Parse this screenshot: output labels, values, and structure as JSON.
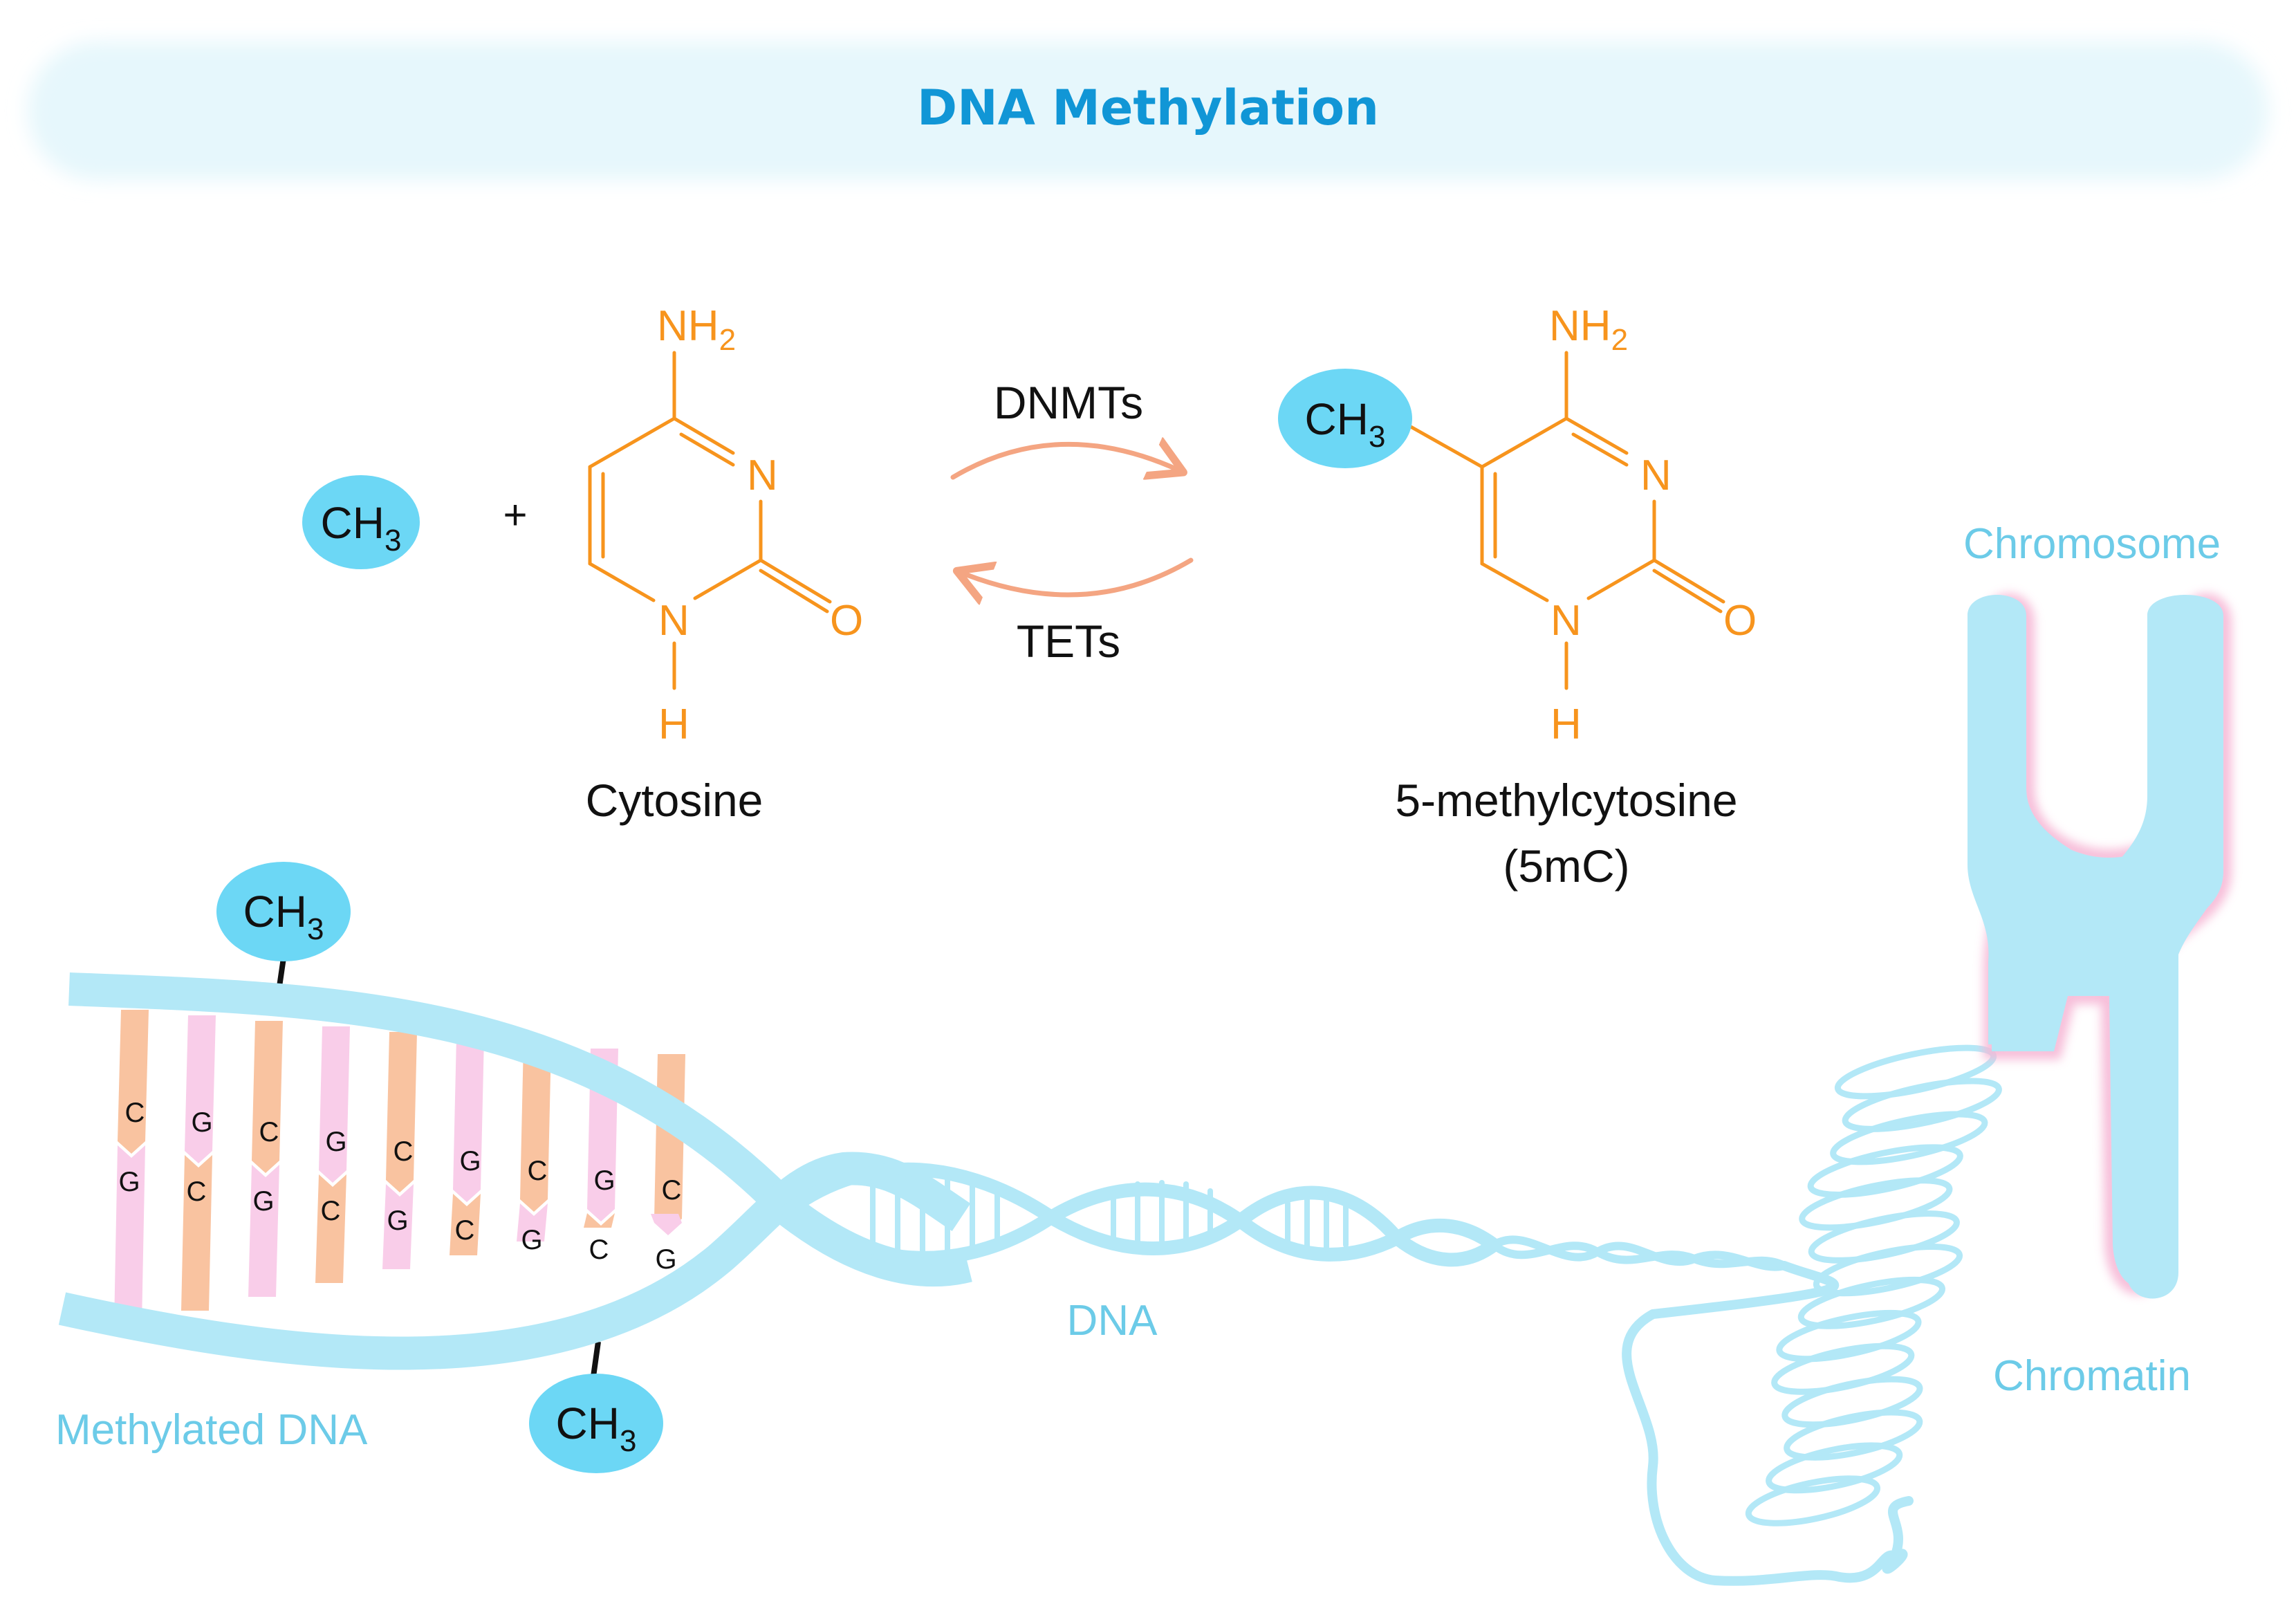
{
  "title": "DNA Methylation",
  "colors": {
    "banner": "#e6f7fc",
    "title": "#1196d6",
    "methyl_fill": "#6cd7f5",
    "molecule": "#f7941d",
    "arrow": "#f4a582",
    "dna": "#b3e8f7",
    "dna_label": "#6ccbe8",
    "base_orange": "#f9c3a0",
    "base_pink": "#f9cde9",
    "chromosome_glow": "#f6b8d6",
    "text": "#111111"
  },
  "reaction": {
    "methyl_label": "CH",
    "methyl_subscript": "3",
    "plus": "+",
    "forward_enzyme": "DNMTs",
    "reverse_enzyme": "TETs"
  },
  "cytosine": {
    "name": "Cytosine",
    "amino": "NH",
    "amino_subscript": "2",
    "n3": "N",
    "n1": "N",
    "oxygen": "O",
    "hydrogen": "H"
  },
  "methylcytosine": {
    "name_line1": "5-methylcytosine",
    "name_line2": "(5mC)",
    "amino": "NH",
    "amino_subscript": "2",
    "n3": "N",
    "n1": "N",
    "oxygen": "O",
    "hydrogen": "H",
    "methyl_label": "CH",
    "methyl_subscript": "3"
  },
  "dna_methyl_groups": [
    {
      "label": "CH",
      "subscript": "3"
    },
    {
      "label": "CH",
      "subscript": "3"
    }
  ],
  "base_pairs": [
    {
      "top": "C",
      "bottom": "G"
    },
    {
      "top": "G",
      "bottom": "C"
    },
    {
      "top": "C",
      "bottom": "G"
    },
    {
      "top": "G",
      "bottom": "C"
    },
    {
      "top": "C",
      "bottom": "G"
    },
    {
      "top": "G",
      "bottom": "C"
    },
    {
      "top": "C",
      "bottom": "G"
    },
    {
      "top": "G",
      "bottom": "C"
    },
    {
      "top": "C",
      "bottom": "G"
    }
  ],
  "labels": {
    "methylated_dna": "Methylated DNA",
    "dna": "DNA",
    "chromosome": "Chromosome",
    "chromatin": "Chromatin"
  }
}
